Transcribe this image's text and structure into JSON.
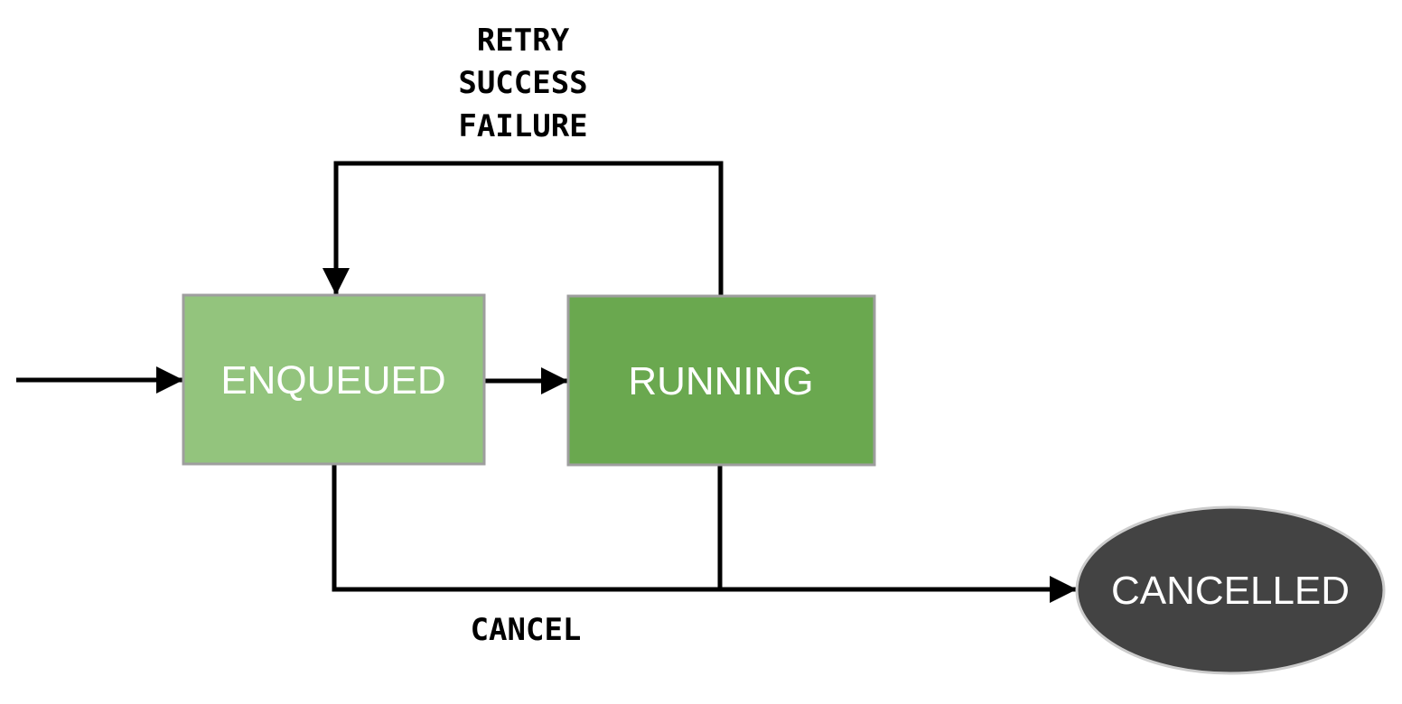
{
  "diagram": {
    "type": "state-machine",
    "background": "#ffffff",
    "arrow_color": "#000000",
    "edge_label_color": "#000000",
    "states": [
      {
        "id": "enqueued",
        "label": "ENQUEUED",
        "shape": "rectangle",
        "fill": "#93c47d",
        "border": "#9e9e9e",
        "text_color": "#ffffff"
      },
      {
        "id": "running",
        "label": "RUNNING",
        "shape": "rectangle",
        "fill": "#6aa84f",
        "border": "#9e9e9e",
        "text_color": "#ffffff"
      },
      {
        "id": "cancelled",
        "label": "CANCELLED",
        "shape": "ellipse",
        "fill": "#434343",
        "border": "#cccccc",
        "text_color": "#ffffff"
      }
    ],
    "transitions": [
      {
        "id": "start-to-enqueued",
        "from": "start",
        "to": "enqueued",
        "labels": []
      },
      {
        "id": "enqueued-to-running",
        "from": "enqueued",
        "to": "running",
        "labels": []
      },
      {
        "id": "running-to-enqueued",
        "from": "running",
        "to": "enqueued",
        "labels": [
          "RETRY",
          "SUCCESS",
          "FAILURE"
        ]
      },
      {
        "id": "any-to-cancelled",
        "from": "enqueued,running",
        "to": "cancelled",
        "labels": [
          "CANCEL"
        ]
      }
    ]
  }
}
